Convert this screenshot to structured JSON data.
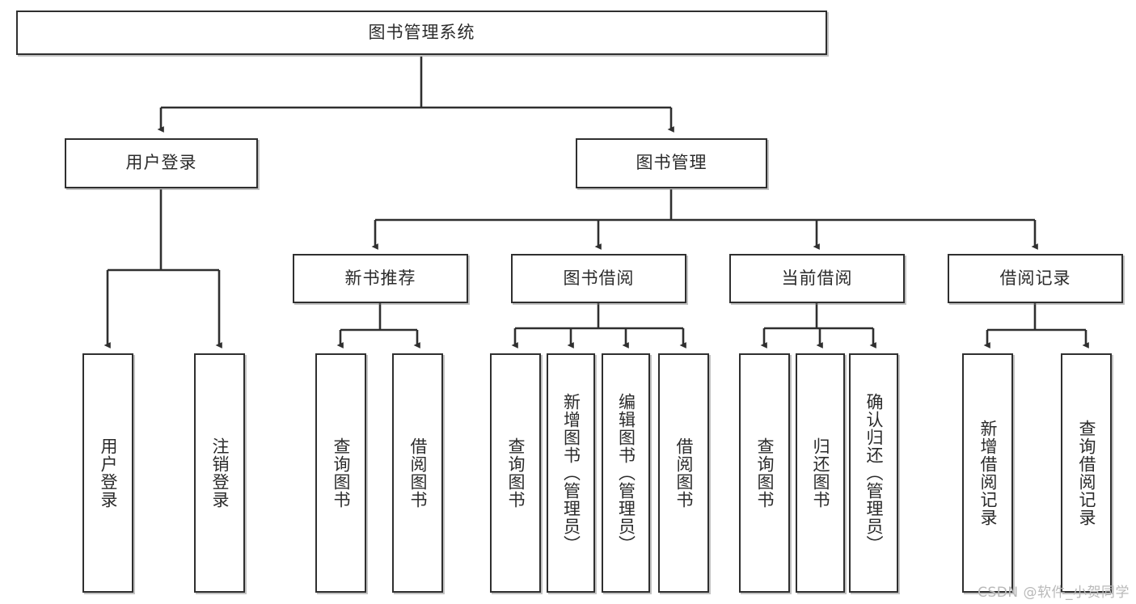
{
  "diagram": {
    "title": "图书管理系统",
    "type": "tree",
    "watermark": "CSDN @软件_小贺同学",
    "colors": {
      "stroke": "#2f2f2f",
      "fill": "#ffffff",
      "text": "#2b2b2b",
      "watermark": "#b9b9b9"
    },
    "nodes": {
      "root": {
        "label": "图书管理系统"
      },
      "level2": [
        {
          "id": "user-login",
          "label": "用户登录"
        },
        {
          "id": "book-manage",
          "label": "图书管理"
        }
      ],
      "level3": [
        {
          "id": "new-book-recommend",
          "label": "新书推荐"
        },
        {
          "id": "book-borrow",
          "label": "图书借阅"
        },
        {
          "id": "current-borrow",
          "label": "当前借阅"
        },
        {
          "id": "borrow-record",
          "label": "借阅记录"
        }
      ],
      "leaves": [
        {
          "id": "leaf-user-login",
          "label": "用户登录",
          "parent": "user-login"
        },
        {
          "id": "leaf-logout",
          "label": "注销登录",
          "parent": "user-login"
        },
        {
          "id": "leaf-query-book-1",
          "label": "查询图书",
          "parent": "new-book-recommend"
        },
        {
          "id": "leaf-borrow-book-1",
          "label": "借阅图书",
          "parent": "new-book-recommend"
        },
        {
          "id": "leaf-query-book-2",
          "label": "查询图书",
          "parent": "book-borrow"
        },
        {
          "id": "leaf-add-book",
          "label": "新增图书（管理员）",
          "parent": "book-borrow"
        },
        {
          "id": "leaf-edit-book",
          "label": "编辑图书（管理员）",
          "parent": "book-borrow"
        },
        {
          "id": "leaf-borrow-book-2",
          "label": "借阅图书",
          "parent": "book-borrow"
        },
        {
          "id": "leaf-query-book-3",
          "label": "查询图书",
          "parent": "current-borrow"
        },
        {
          "id": "leaf-return-book",
          "label": "归还图书",
          "parent": "current-borrow"
        },
        {
          "id": "leaf-confirm-return",
          "label": "确认归还（管理员）",
          "parent": "current-borrow"
        },
        {
          "id": "leaf-add-record",
          "label": "新增借阅记录",
          "parent": "borrow-record"
        },
        {
          "id": "leaf-query-record",
          "label": "查询借阅记录",
          "parent": "borrow-record"
        }
      ]
    }
  }
}
